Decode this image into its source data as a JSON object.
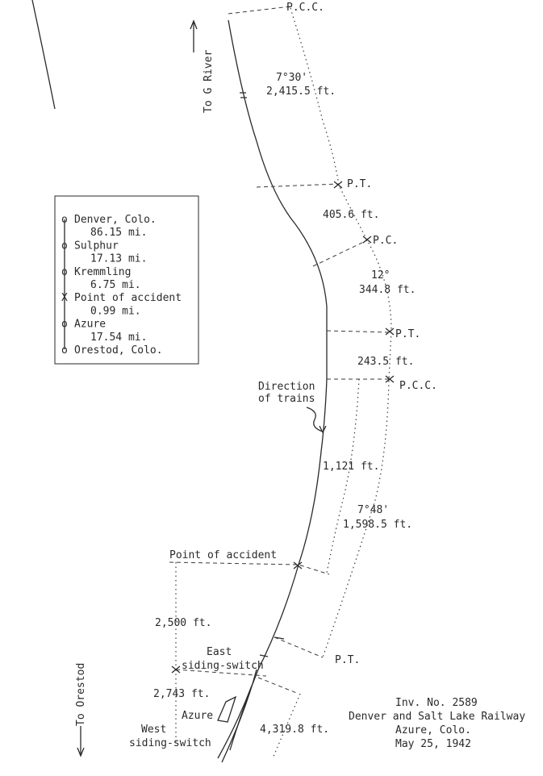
{
  "top_label": {
    "station": "P.C.C.",
    "to_river": "To G River"
  },
  "curves": [
    {
      "degree": "7°30'",
      "length": "2,415.5 ft."
    },
    {
      "degree": "12°",
      "length": "344.8 ft."
    },
    {
      "degree": "7°48'",
      "length": "1,598.5 ft."
    }
  ],
  "tangents": [
    "405.6 ft.",
    "243.5 ft.",
    "1,121 ft."
  ],
  "points": {
    "pt1": "P.T.",
    "pc": "P.C.",
    "pt2": "P.T.",
    "pcc": "P.C.C.",
    "pt3": "P.T."
  },
  "direction": [
    "Direction",
    "of trains"
  ],
  "accident": "Point of accident",
  "distances": {
    "d2500": "2,500 ft.",
    "d2743": "2,743 ft.",
    "d4319": "4,319.8 ft."
  },
  "switches": {
    "east": [
      "East",
      "siding-switch"
    ],
    "west": [
      "West",
      "siding-switch"
    ]
  },
  "station": "Azure",
  "to_orestod": "To Orestod",
  "legend": [
    {
      "marker": "o",
      "name": "Denver, Colo."
    },
    {
      "marker": "",
      "name": "86.15 mi."
    },
    {
      "marker": "o",
      "name": "Sulphur"
    },
    {
      "marker": "",
      "name": "17.13 mi."
    },
    {
      "marker": "o",
      "name": "Kremmling"
    },
    {
      "marker": "",
      "name": "6.75 mi."
    },
    {
      "marker": "X",
      "name": "Point of accident"
    },
    {
      "marker": "",
      "name": "0.99 mi."
    },
    {
      "marker": "o",
      "name": "Azure"
    },
    {
      "marker": "",
      "name": "17.54 mi."
    },
    {
      "marker": "o",
      "name": "Orestod, Colo."
    }
  ],
  "caption": [
    "Inv. No. 2589",
    "Denver and Salt Lake Railway",
    "Azure, Colo.",
    "May 25, 1942"
  ]
}
